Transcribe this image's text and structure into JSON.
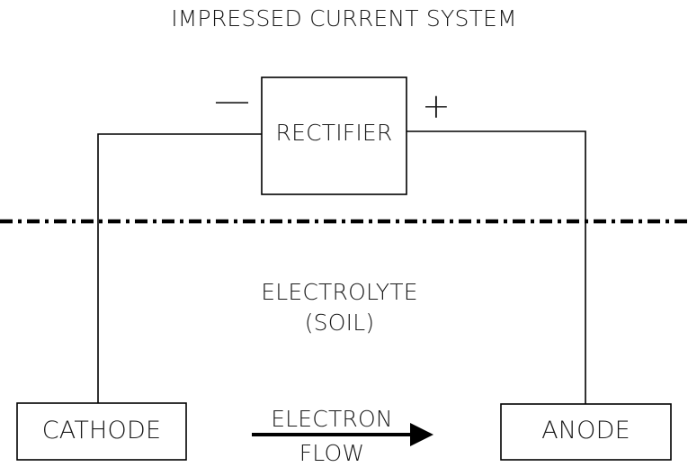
{
  "title": "IMPRESSED CURRENT SYSTEM",
  "rectifier": {
    "label": "RECTIFIER",
    "negative_sign": "—",
    "positive_sign": "+"
  },
  "electrolyte": {
    "line1": "ELECTROLYTE",
    "line2": "(SOIL)"
  },
  "cathode": {
    "label": "CATHODE"
  },
  "anode": {
    "label": "ANODE"
  },
  "electron_flow": {
    "line1": "ELECTRON",
    "line2": "FLOW"
  }
}
